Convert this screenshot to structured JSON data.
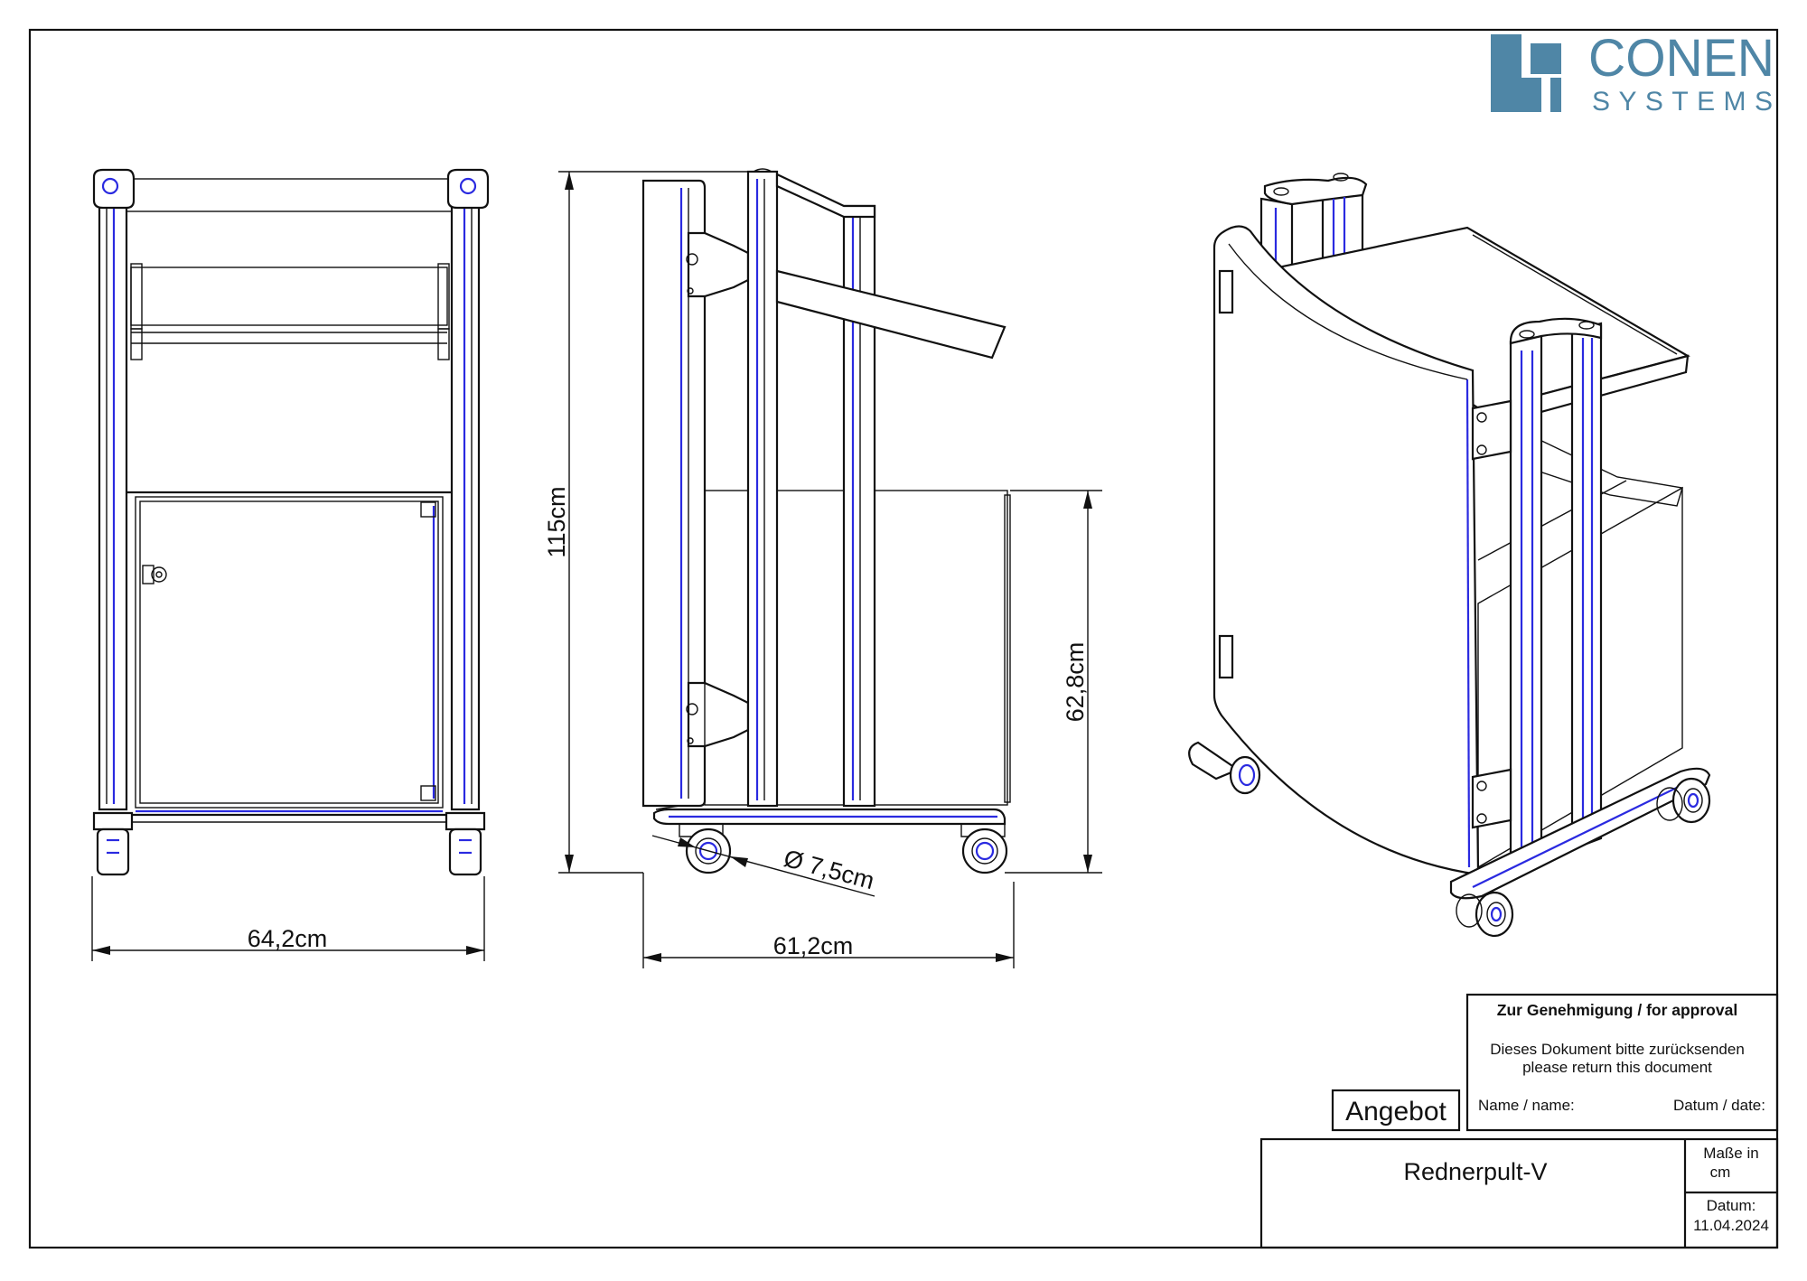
{
  "logo": {
    "company": "CONEN",
    "sub": "SYSTEMS",
    "color": "#4f86a6"
  },
  "dimensions": {
    "front_width": "64,2cm",
    "side_width": "61,2cm",
    "height_total": "115cm",
    "height_cabinet": "62,8cm",
    "wheel_diameter": "Ø 7,5cm"
  },
  "title_block": {
    "approval_title": "Zur Genehmigung / for approval",
    "return_de": "Dieses Dokument bitte zurücksenden",
    "return_en": "please return this document",
    "name_label": "Name / name:",
    "date_label": "Datum / date:",
    "offer_label": "Angebot",
    "product_name": "Rednerpult-V",
    "units_label": "Maße in cm",
    "date_title": "Datum:",
    "date_value": "11.04.2024"
  },
  "colors": {
    "line": "#111111",
    "accent": "#2a2ae0",
    "logo": "#4f86a6"
  }
}
